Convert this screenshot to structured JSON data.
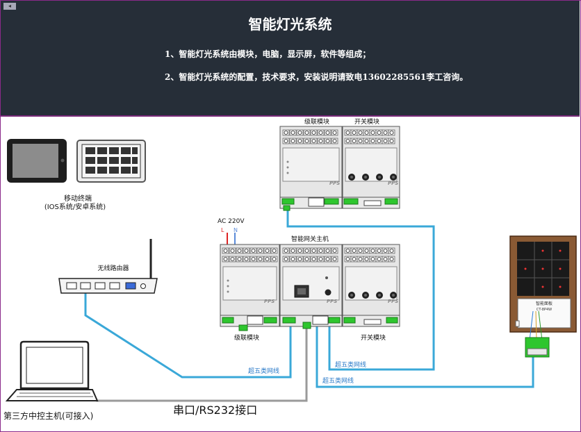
{
  "header": {
    "corner_button": "◂",
    "title": "智能灯光系统",
    "notes": [
      "1、智能灯光系统由模块，电脑，显示屏，软件等组成；",
      "2、智能灯光系统的配置，技术要求，安装说明请致电13602285561李工咨询。"
    ]
  },
  "diagram": {
    "mobile": {
      "label_line1": "移动终端",
      "label_line2": "(IOS系统/安卓系统)"
    },
    "router": {
      "label": "无线路由器"
    },
    "top_module_left": {
      "label": "级联模块"
    },
    "top_module_right": {
      "label": "开关模块"
    },
    "power": {
      "label": "AC 220V",
      "l": "L",
      "n": "N"
    },
    "gateway": {
      "label": "智能网关主机"
    },
    "bottom_cascade": {
      "label": "级联模块"
    },
    "bottom_switch": {
      "label": "开关模块"
    },
    "brand": "PPS",
    "cable_labels": {
      "router_link": "超五类网线",
      "top_link": "超五类网线",
      "panel_link": "超五类网线"
    },
    "computer": {
      "label": "第三方中控主机(可接入)"
    },
    "serial": {
      "label": "串口/RS232接口"
    },
    "panel": {
      "label_line1": "智能面板",
      "label_line2": "CT-8P4W"
    },
    "colors": {
      "header_bg": "#262e38",
      "cable_blue": "#3aa8d8",
      "cable_gray": "#9a9a9a",
      "terminal_green": "#2ec62e",
      "border_purple": "#8a2a8a",
      "panel_frame": "#8a5a34"
    }
  }
}
